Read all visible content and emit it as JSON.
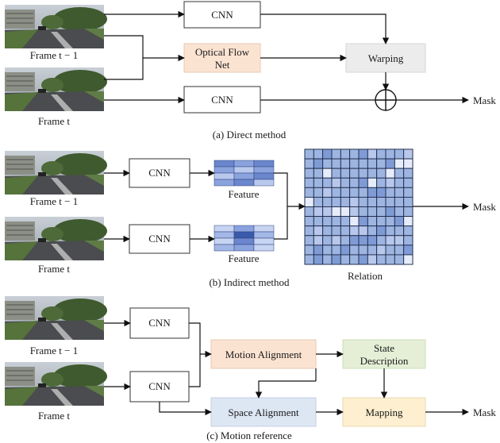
{
  "direct": {
    "cnn_top": "CNN",
    "flow_line1": "Optical Flow",
    "flow_line2": "Net",
    "warping": "Warping",
    "cnn_bottom": "CNN",
    "frame_prev": "Frame t − 1",
    "frame_cur": "Frame t",
    "mask": "Mask",
    "caption": "(a) Direct method"
  },
  "indirect": {
    "cnn_top": "CNN",
    "cnn_bottom": "CNN",
    "feature_top": "Feature",
    "feature_bottom": "Feature",
    "relation": "Relation",
    "frame_prev": "Frame t − 1",
    "frame_cur": "Frame t",
    "mask": "Mask",
    "caption": "(b) Indirect method"
  },
  "motion": {
    "cnn_top": "CNN",
    "cnn_bottom": "CNN",
    "motion_alignment": "Motion Alignment",
    "state_line1": "State",
    "state_line2": "Description",
    "space_alignment": "Space Alignment",
    "mapping": "Mapping",
    "frame_prev": "Frame t − 1",
    "frame_cur": "Frame t",
    "mask": "Mask",
    "caption": "(c) Motion reference"
  },
  "colors": {
    "optical_flow": "#fbe3d2",
    "warping": "#ececec",
    "motion_alignment": "#fbe3d2",
    "state_description": "#e4efd6",
    "space_alignment": "#dde6f3",
    "mapping": "#fdefcf",
    "relation_bg": "#9db5e0",
    "feature_dark": "#3a5bab"
  },
  "icons": [
    "road-scene-photo",
    "xor-circle-icon",
    "arrow-head-icon"
  ]
}
